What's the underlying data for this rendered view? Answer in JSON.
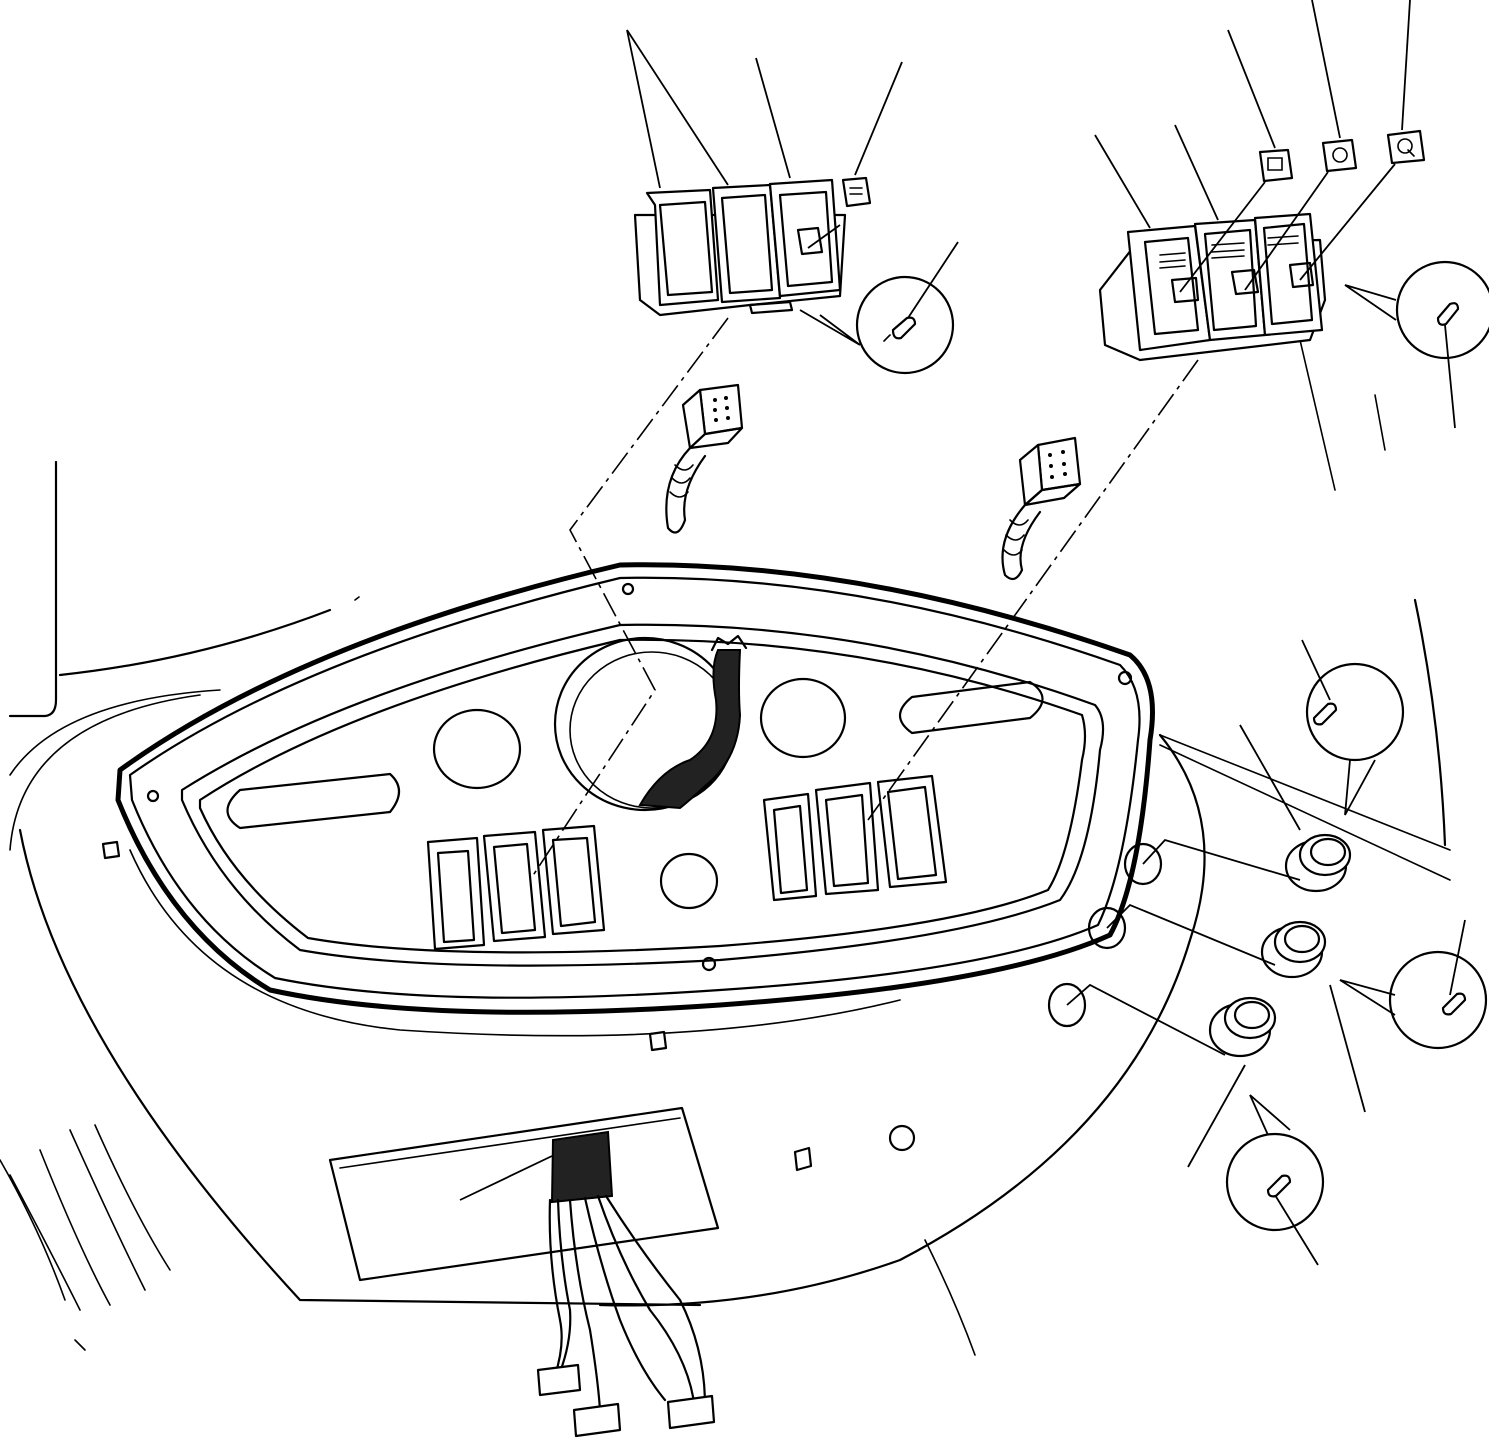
{
  "figure": {
    "kind": "exploded-parts-diagram",
    "background": "#ffffff",
    "line_color": "#000000",
    "printed_text": []
  },
  "parts": [
    {
      "name": "instrument-panel-bezel"
    },
    {
      "name": "left-switch-cluster",
      "switches": 3
    },
    {
      "name": "right-switch-cluster",
      "switches": 3
    },
    {
      "name": "left-harness-connector"
    },
    {
      "name": "right-harness-connector"
    },
    {
      "name": "lower-wiring-harness",
      "connectors": 3
    },
    {
      "name": "push-button-switch",
      "count": 3
    },
    {
      "name": "indicator-bulb",
      "count": 6
    },
    {
      "name": "switch-symbol-cap",
      "count": 4
    }
  ]
}
